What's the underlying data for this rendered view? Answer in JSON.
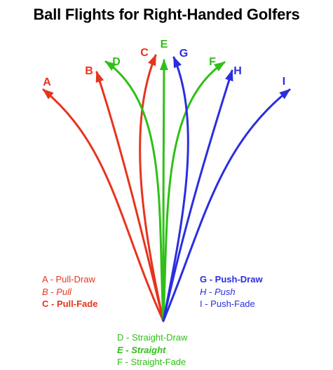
{
  "title": "Ball Flights for Right-Handed Golfers",
  "colors": {
    "red": "#e8331e",
    "green": "#2fc017",
    "blue": "#2a2ee0"
  },
  "flights": [
    {
      "letter": "A",
      "color": "red"
    },
    {
      "letter": "B",
      "color": "red"
    },
    {
      "letter": "C",
      "color": "red"
    },
    {
      "letter": "D",
      "color": "green"
    },
    {
      "letter": "E",
      "color": "green"
    },
    {
      "letter": "F",
      "color": "green"
    },
    {
      "letter": "G",
      "color": "blue"
    },
    {
      "letter": "H",
      "color": "blue"
    },
    {
      "letter": "I",
      "color": "blue"
    }
  ],
  "legend": {
    "left": [
      "A - Pull-Draw",
      "B - Pull",
      "C - Pull-Fade"
    ],
    "right": [
      "G - Push-Draw",
      "H - Push",
      "I - Push-Fade"
    ],
    "bottom": [
      "D - Straight-Draw",
      "E - Straight",
      "F - Straight-Fade"
    ]
  }
}
